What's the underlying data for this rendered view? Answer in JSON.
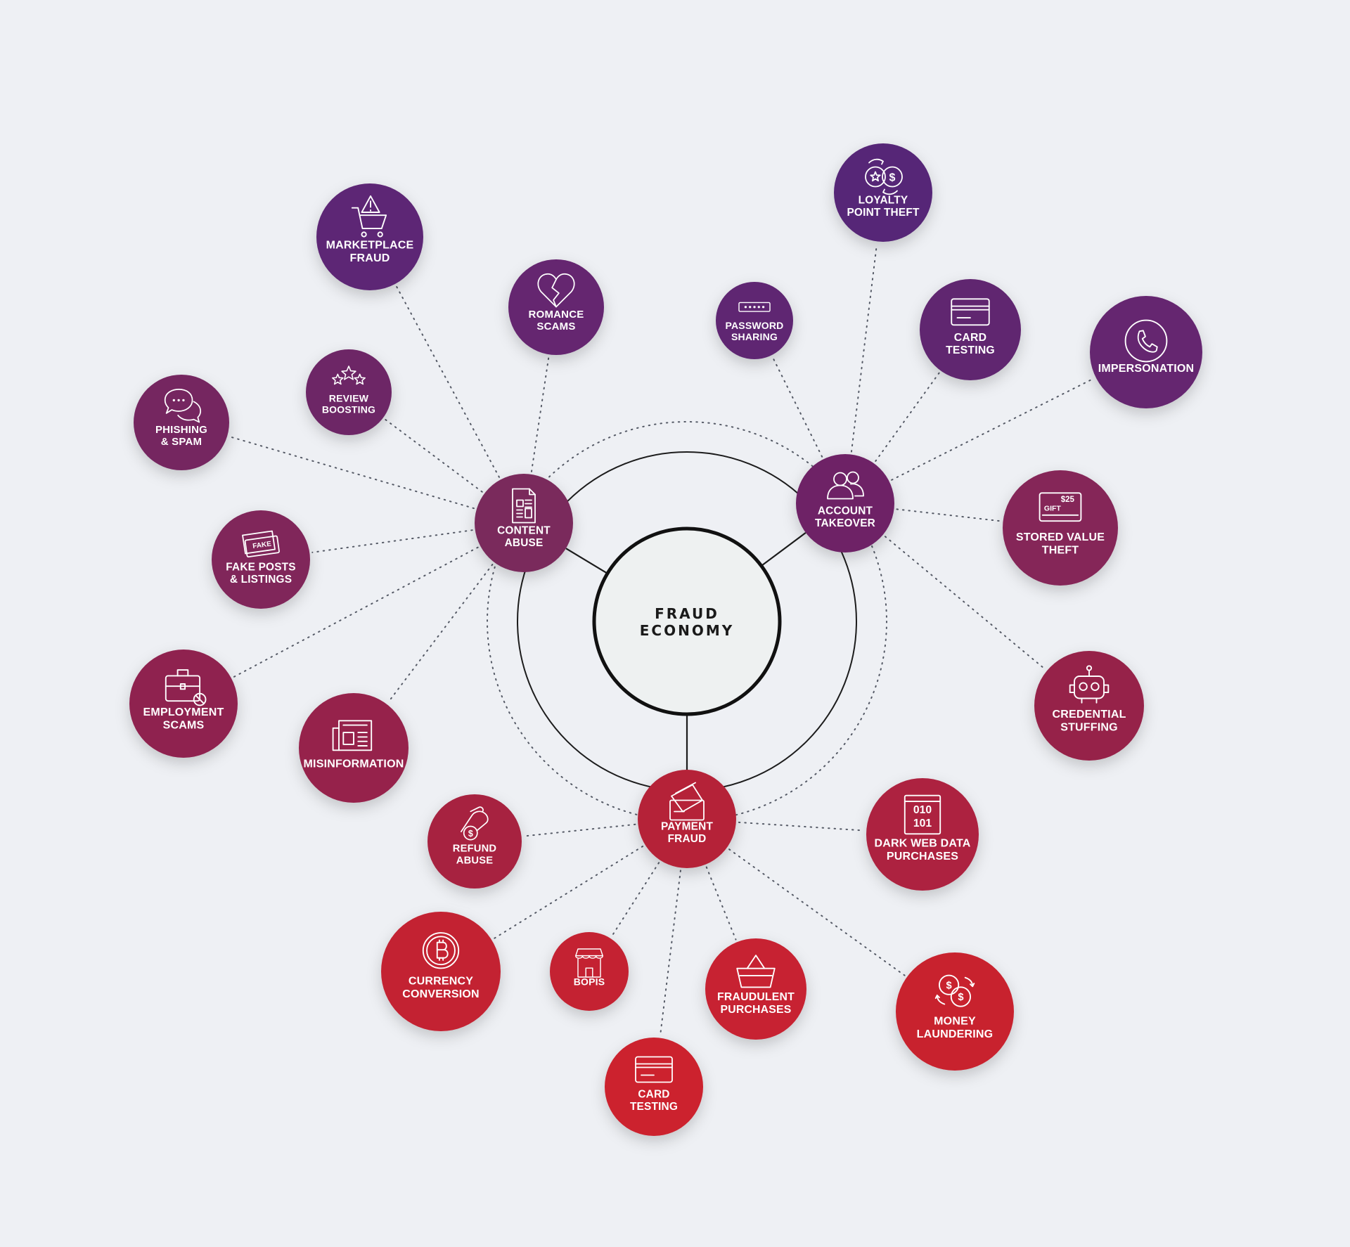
{
  "diagram": {
    "center": {
      "label": [
        "FRAUD",
        "ECONOMY"
      ]
    },
    "hubs": [
      {
        "id": "content-abuse",
        "label": [
          "CONTENT",
          "ABUSE"
        ],
        "icon": "document-icon",
        "color": "#7a2a5c"
      },
      {
        "id": "account-takeover",
        "label": [
          "ACCOUNT",
          "TAKEOVER"
        ],
        "icon": "users-icon",
        "color": "#6e2466"
      },
      {
        "id": "payment-fraud",
        "label": [
          "PAYMENT",
          "FRAUD"
        ],
        "icon": "cards-icon",
        "color": "#b52139"
      }
    ],
    "satellites": [
      {
        "id": "marketplace-fraud",
        "hub": "content-abuse",
        "label": [
          "MARKETPLACE",
          "FRAUD"
        ],
        "icon": "cart-warning-icon",
        "color": "#5d2775"
      },
      {
        "id": "romance-scams",
        "hub": "content-abuse",
        "label": [
          "ROMANCE",
          "SCAMS"
        ],
        "icon": "broken-heart-icon",
        "color": "#652670"
      },
      {
        "id": "review-boosting",
        "hub": "content-abuse",
        "label": [
          "REVIEW",
          "BOOSTING"
        ],
        "icon": "stars-icon",
        "color": "#6d2766"
      },
      {
        "id": "phishing-spam",
        "hub": "content-abuse",
        "label": [
          "PHISHING",
          "& SPAM"
        ],
        "icon": "chat-bubbles-icon",
        "color": "#742761"
      },
      {
        "id": "fake-posts-listings",
        "hub": "content-abuse",
        "label": [
          "FAKE POSTS",
          "& LISTINGS"
        ],
        "icon": "fake-tag-icon",
        "color": "#80265a"
      },
      {
        "id": "employment-scams",
        "hub": "content-abuse",
        "label": [
          "EMPLOYMENT",
          "SCAMS"
        ],
        "icon": "briefcase-icon",
        "color": "#8f2450"
      },
      {
        "id": "misinformation",
        "hub": "content-abuse",
        "label": [
          "MISINFORMATION"
        ],
        "icon": "newspaper-icon",
        "color": "#96244c"
      },
      {
        "id": "loyalty-point-theft",
        "hub": "account-takeover",
        "label": [
          "LOYALTY",
          "POINT THEFT"
        ],
        "icon": "coins-icon",
        "color": "#562877"
      },
      {
        "id": "password-sharing",
        "hub": "account-takeover",
        "label": [
          "PASSWORD",
          "SHARING"
        ],
        "icon": "password-field-icon",
        "color": "#5e2772"
      },
      {
        "id": "card-testing-top",
        "hub": "account-takeover",
        "label": [
          "CARD",
          "TESTING"
        ],
        "icon": "credit-card-icon",
        "color": "#612670"
      },
      {
        "id": "impersonation",
        "hub": "account-takeover",
        "label": [
          "IMPERSONATION"
        ],
        "icon": "phone-icon",
        "color": "#652670"
      },
      {
        "id": "stored-value-theft",
        "hub": "account-takeover",
        "label": [
          "STORED VALUE",
          "THEFT"
        ],
        "icon": "gift-card-icon",
        "color": "#852558",
        "icon_text": [
          "$25",
          "GIFT"
        ]
      },
      {
        "id": "credential-stuffing",
        "hub": "account-takeover",
        "label": [
          "CREDENTIAL",
          "STUFFING"
        ],
        "icon": "robot-icon",
        "color": "#962448"
      },
      {
        "id": "refund-abuse",
        "hub": "payment-fraud",
        "label": [
          "REFUND",
          "ABUSE"
        ],
        "icon": "hand-coin-icon",
        "color": "#a72440"
      },
      {
        "id": "dark-web-data-purchases",
        "hub": "payment-fraud",
        "label": [
          "DARK WEB DATA",
          "PURCHASES"
        ],
        "icon": "binary-window-icon",
        "color": "#ad2340",
        "icon_text": [
          "010",
          "101"
        ]
      },
      {
        "id": "currency-conversion",
        "hub": "payment-fraud",
        "label": [
          "CURRENCY",
          "CONVERSION"
        ],
        "icon": "bitcoin-icon",
        "color": "#c32132"
      },
      {
        "id": "bopis",
        "hub": "payment-fraud",
        "label": [
          "BOPIS"
        ],
        "icon": "storefront-icon",
        "color": "#c42131"
      },
      {
        "id": "fraudulent-purchases",
        "hub": "payment-fraud",
        "label": [
          "FRAUDULENT",
          "PURCHASES"
        ],
        "icon": "basket-icon",
        "color": "#c72131"
      },
      {
        "id": "money-laundering",
        "hub": "payment-fraud",
        "label": [
          "MONEY",
          "LAUNDERING"
        ],
        "icon": "money-cycle-icon",
        "color": "#c8202f"
      },
      {
        "id": "card-testing-bottom",
        "hub": "payment-fraud",
        "label": [
          "CARD",
          "TESTING"
        ],
        "icon": "credit-card-icon",
        "color": "#cc202d"
      }
    ]
  }
}
